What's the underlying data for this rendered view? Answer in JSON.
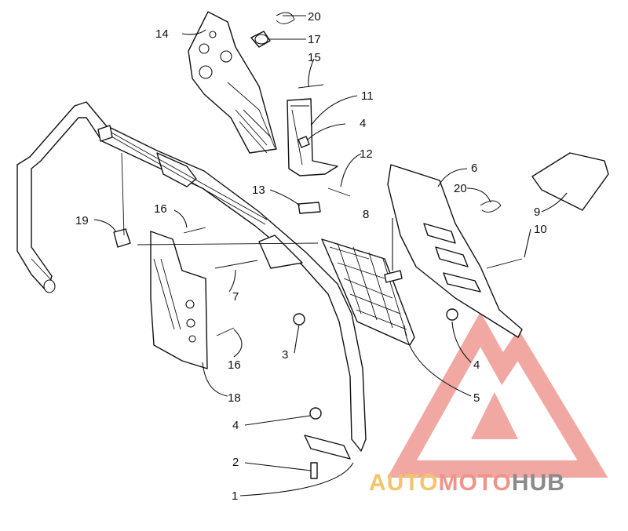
{
  "callouts": [
    {
      "id": "c1",
      "text": "1"
    },
    {
      "id": "c2",
      "text": "2"
    },
    {
      "id": "c3",
      "text": "3"
    },
    {
      "id": "c4a",
      "text": "4"
    },
    {
      "id": "c4b",
      "text": "4"
    },
    {
      "id": "c4c",
      "text": "4"
    },
    {
      "id": "c5",
      "text": "5"
    },
    {
      "id": "c6",
      "text": "6"
    },
    {
      "id": "c7",
      "text": "7"
    },
    {
      "id": "c8",
      "text": "8"
    },
    {
      "id": "c9",
      "text": "9"
    },
    {
      "id": "c10",
      "text": "10"
    },
    {
      "id": "c11",
      "text": "11"
    },
    {
      "id": "c12",
      "text": "12"
    },
    {
      "id": "c13",
      "text": "13"
    },
    {
      "id": "c14",
      "text": "14"
    },
    {
      "id": "c15",
      "text": "15"
    },
    {
      "id": "c16a",
      "text": "16"
    },
    {
      "id": "c16b",
      "text": "16"
    },
    {
      "id": "c17",
      "text": "17"
    },
    {
      "id": "c18",
      "text": "18"
    },
    {
      "id": "c19",
      "text": "19"
    },
    {
      "id": "c20a",
      "text": "20"
    },
    {
      "id": "c20b",
      "text": "20"
    }
  ],
  "watermark": {
    "part1": "AUTO",
    "part2": "MOTO",
    "part3": "HUB",
    "color_auto": "#f5c46a",
    "color_moto": "#f0938a",
    "color_hub": "#8a8a8a",
    "logo_color": "#ef9a94"
  }
}
